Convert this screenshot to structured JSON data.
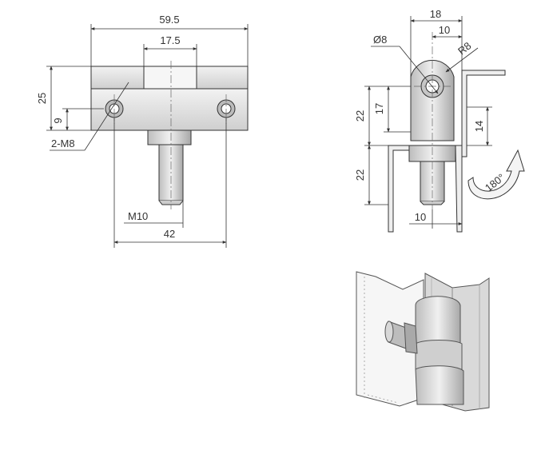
{
  "front_view": {
    "width_overall": "59.5",
    "knuckle_width": "17.5",
    "height_overall": "25",
    "hole_height": "9",
    "hole_spec": "2-M8",
    "stud_thread": "M10",
    "hole_spacing": "42"
  },
  "side_view": {
    "depth_overall": "18",
    "knuckle_offset": "10",
    "pin_diameter": "Ø8",
    "knuckle_radius": "R8",
    "leaf_upper": "22",
    "pin_height": "17",
    "bracket_height": "14",
    "leaf_lower": "22",
    "stud_width": "10",
    "rotation": "180°"
  },
  "colors": {
    "line": "#333333",
    "fill_light": "#e8e8e8",
    "fill_mid": "#c9c9c9",
    "fill_dark": "#9a9a9a"
  },
  "iso_view": {
    "icon": "hinge-3d-icon"
  }
}
